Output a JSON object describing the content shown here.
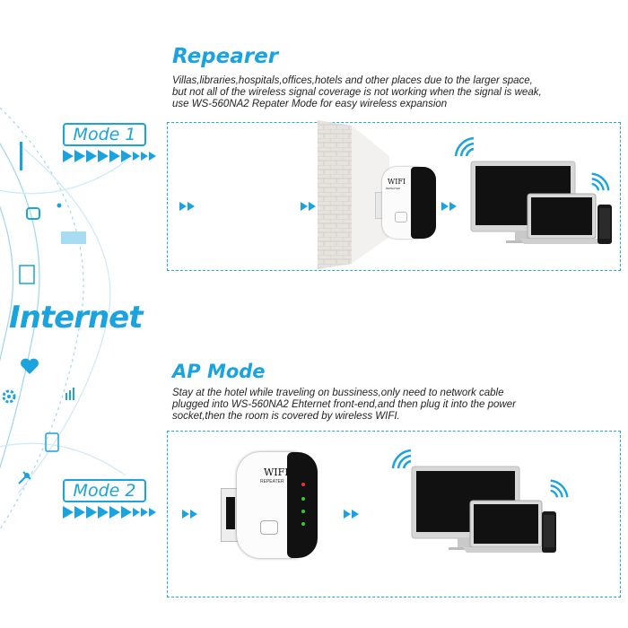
{
  "top": {
    "title": "Repearer",
    "lines": [
      "Villas,libraries,hospitals,offices,hotels and other places due to the larger space,",
      "but not all of the wireless signal coverage is not working when the signal is weak,",
      "use WS-560NA2 Repater Mode for easy wireless expansion"
    ],
    "mode_label": "Mode 1"
  },
  "internet_label": "Internet",
  "bottom": {
    "title": "AP Mode",
    "lines": [
      "Stay at the hotel while traveling on bussiness,only need to network cable",
      "plugged into WS-560NA2 Ehternet front-end,and then plug it into the power",
      "socket,then the room is covered by wireless WIFI."
    ],
    "mode_label": "Mode 2"
  },
  "device": {
    "brand": "WIFI",
    "sub": "REPEATER"
  },
  "colors": {
    "accent": "#1aa3df",
    "device_black": "#111111"
  },
  "icons": [
    "wifi-signal-icon",
    "laptop-icon",
    "monitor-icon",
    "phone-icon",
    "heart-icon",
    "gear-icon",
    "camera-icon",
    "battery-icon"
  ]
}
